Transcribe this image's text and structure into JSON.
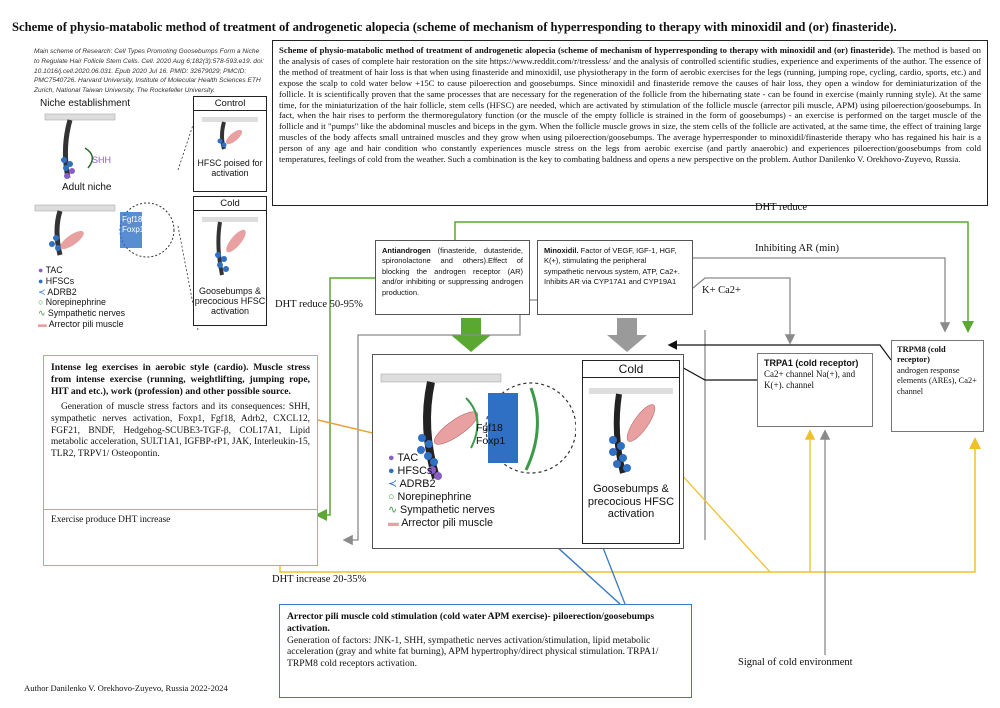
{
  "title": "Scheme of physio-matabolic method of treatment of androgenetic alopecia (scheme of mechanism of hyperresponding to therapy with minoxidil and (or) finasteride).",
  "citation": "Main scheme of Research: Cell Types Promoting Goosebumps Form a Niche to Regulate Hair Follicle Stem Cells. Cell. 2020 Aug 6;182(3):578-593.e19. doi: 10.1016/j.cell.2020.06.031. Epub 2020 Jul 16. PMID: 32679029; PMCID: PMC7540726. Harvard University, Institute of Molecular Health Sciences ETH Zurich, National Taiwan University, The Rockefeller University.",
  "description": {
    "heading": "Scheme of physio-matabolic method of treatment of androgenetic alopecia (scheme of mechanism of hyperresponding to therapy with minoxidil and (or) finasteride).",
    "body": " The method is based on the analysis of cases of complete hair restoration on the site https://www.reddit.com/r/tressless/ and the analysis of controlled scientific studies, experience and experiments of the author. The essence of the method of treatment of hair loss is that when using finasteride and minoxidil, use physiotherapy in the form of aerobic exercises for the legs (running, jumping rope, cycling, cardio, sports, etc.) and expose the scalp to cold water below +15C to cause piloerection and goosebumps. Since minoxidil and finasteride remove the causes of hair loss, they open a window for deminiaturization of the follicle. It is scientifically proven that the same processes that are necessary for the regeneration of the follicle from the hibernating state - can be found in exercise (mainly running style). At the same time, for the miniaturization of the hair follicle, stem cells (HFSC) are needed, which are activated by stimulation of the follicle muscle (arrector pili muscle, APM) using piloerection/goosebumps. In fact, when the hair rises to perform the thermoregulatory function (or the muscle of the empty follicle is strained in the form of goosebumps) - an exercise is performed on the target muscle of the follicle and it \"pumps\" like the abdominal muscles and biceps in the gym. When the follicle muscle grows in size, the stem cells of the follicle are activated, at the same time, the effect of training large muscles of the body affects small untrained muscles and they grow when using piloerection/goosebumps. The average hyperresponder to minoxidil/finasteride therapy who has regained his hair is a person of any age and hair condition who constantly experiences muscle stress on the legs from aerobic exercise (and partly anaerobic) and experiences piloerection/goosebumps from cold temperatures, feelings of cold from the weather. Such a combination is the key to combating baldness and opens a new perspective on the problem. Author Danilenko V. Orekhovo-Zuyevo, Russia."
  },
  "antiandrogen": {
    "heading": "Antiandrogen",
    "body": " (finasteride, dutasteride, spironolactone and others).Effect of blocking the androgen receptor (AR) and/or inhibiting or suppressing androgen production."
  },
  "minoxidil": {
    "heading": "Minoxidil.",
    "body": " Factor of VEGF, IGF-1, HGF, K(+), stimulating the peripheral sympathetic nervous system, ATP, Ca2+. Inhibits AR via CYP17A1 and CYP19A1"
  },
  "exercise": {
    "heading": "Intense leg exercises in aerobic style (cardio). Muscle stress from intense exercise (running, weightlifting, jumping rope, HIT and etc.), work (profession) and other possible source.",
    "body": "Generation of muscle stress factors and its consequences: SHH, sympathetic nerves activation, Foxp1, Fgf18, Adrb2, CXCL12, FGF21, BNDF, Hedgehog-SCUBE3-TGF-β, COL17A1, Lipid metabolic acceleration, SULT1A1, IGFBP-rP1, JAK, Interleukin-15, TLR2, TRPV1/ Osteopontin.",
    "produce": "Exercise produce DHT increase"
  },
  "apm": {
    "heading": "Arrector pili muscle cold stimulation (cold water APM exercise)- piloerection/goosebumps activation.",
    "body": "Generation of factors: JNK-1, SHH, sympathetic nerves activation/stimulation, lipid metabolic acceleration (gray and white fat burning), APM hypertrophy/direct physical stimulation. TRPA1/ TRPM8 cold receptors activation."
  },
  "trpa1": {
    "heading": "TRPA1 (cold receptor)",
    "body": "Ca2+ channel Na(+), and K(+). channel"
  },
  "trpm8": {
    "heading": "TRPM8 (cold receptor)",
    "body": "androgen response elements (AREs), Ca2+ channel"
  },
  "labels": {
    "dht_reduce_top": "DHT reduce",
    "inhibiting_ar": "Inhibiting AR (min)",
    "k_ca": "K+ Ca2+",
    "dht_reduce_percent": "DHT reduce 50-95%",
    "dht_increase": "DHT increase 20-35%",
    "signal_cold": "Signal of cold environment"
  },
  "figure_small": {
    "niche_establishment": "Niche establishment",
    "control": "Control",
    "shh": "SHH",
    "hfsc_poised": "HFSC poised for activation",
    "adult_niche": "Adult niche",
    "cold": "Cold",
    "goosebumps": "Goosebumps & precocious HFSC activation",
    "fgf18": "Fgf18",
    "foxp1": "Foxp1",
    "legend": [
      "TAC",
      "HFSCs",
      "ADRB2",
      "Norepinephrine",
      "Sympathetic nerves",
      "Arrector pili muscle"
    ]
  },
  "figure_large": {
    "cold": "Cold",
    "fgf18": "Fgf18",
    "foxp1": "Foxp1",
    "goosebumps": "Goosebumps & precocious HFSC activation",
    "legend": [
      "TAC",
      "HFSCs",
      "ADRB2",
      "Norepinephrine",
      "Sympathetic nerves",
      "Arrector pili muscle"
    ]
  },
  "author": "Author Danilenko V. Orekhovo-Zuyevo, Russia 2022-2024",
  "colors": {
    "green_arrow": "#5aa832",
    "gray_arrow": "#8a8a8a",
    "orange": "#e8a23a",
    "yellow": "#f0c02a",
    "blue": "#3a7ac4",
    "hfsc_blue": "#2f6fc4",
    "apm_pink": "#e8a0a0",
    "nerve_green": "#3c9a4a"
  }
}
